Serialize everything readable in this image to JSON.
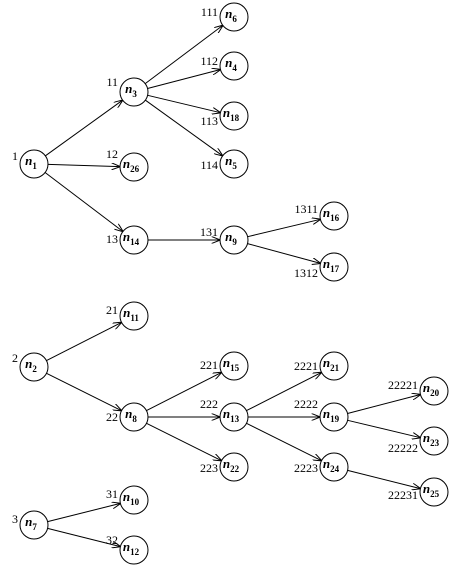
{
  "nodes": [
    {
      "id": "n1",
      "letter": "n",
      "sub": "1",
      "code": "1"
    },
    {
      "id": "n3",
      "letter": "n",
      "sub": "3",
      "code": "11"
    },
    {
      "id": "n6",
      "letter": "n",
      "sub": "6",
      "code": "111"
    },
    {
      "id": "n4",
      "letter": "n",
      "sub": "4",
      "code": "112"
    },
    {
      "id": "n18",
      "letter": "n",
      "sub": "18",
      "code": "113"
    },
    {
      "id": "n5",
      "letter": "n",
      "sub": "5",
      "code": "114"
    },
    {
      "id": "n26",
      "letter": "n",
      "sub": "26",
      "code": "12"
    },
    {
      "id": "n14",
      "letter": "n",
      "sub": "14",
      "code": "13"
    },
    {
      "id": "n9",
      "letter": "n",
      "sub": "9",
      "code": "131"
    },
    {
      "id": "n16",
      "letter": "n",
      "sub": "16",
      "code": "1311"
    },
    {
      "id": "n17",
      "letter": "n",
      "sub": "17",
      "code": "1312"
    },
    {
      "id": "n2",
      "letter": "n",
      "sub": "2",
      "code": "2"
    },
    {
      "id": "n11",
      "letter": "n",
      "sub": "11",
      "code": "21"
    },
    {
      "id": "n8",
      "letter": "n",
      "sub": "8",
      "code": "22"
    },
    {
      "id": "n15",
      "letter": "n",
      "sub": "15",
      "code": "221"
    },
    {
      "id": "n13",
      "letter": "n",
      "sub": "13",
      "code": "222"
    },
    {
      "id": "n22",
      "letter": "n",
      "sub": "22",
      "code": "223"
    },
    {
      "id": "n21",
      "letter": "n",
      "sub": "21",
      "code": "2221"
    },
    {
      "id": "n19",
      "letter": "n",
      "sub": "19",
      "code": "2222"
    },
    {
      "id": "n24",
      "letter": "n",
      "sub": "24",
      "code": "2223"
    },
    {
      "id": "n20",
      "letter": "n",
      "sub": "20",
      "code": "22221"
    },
    {
      "id": "n23",
      "letter": "n",
      "sub": "23",
      "code": "22222"
    },
    {
      "id": "n25",
      "letter": "n",
      "sub": "25",
      "code": "22231"
    },
    {
      "id": "n7",
      "letter": "n",
      "sub": "7",
      "code": "3"
    },
    {
      "id": "n10",
      "letter": "n",
      "sub": "10",
      "code": "31"
    },
    {
      "id": "n12",
      "letter": "n",
      "sub": "12",
      "code": "32"
    }
  ],
  "edges": [
    {
      "from": "n1",
      "to": "n3"
    },
    {
      "from": "n1",
      "to": "n26"
    },
    {
      "from": "n1",
      "to": "n14"
    },
    {
      "from": "n3",
      "to": "n6"
    },
    {
      "from": "n3",
      "to": "n4"
    },
    {
      "from": "n3",
      "to": "n18"
    },
    {
      "from": "n3",
      "to": "n5"
    },
    {
      "from": "n14",
      "to": "n9"
    },
    {
      "from": "n9",
      "to": "n16"
    },
    {
      "from": "n9",
      "to": "n17"
    },
    {
      "from": "n2",
      "to": "n11"
    },
    {
      "from": "n2",
      "to": "n8"
    },
    {
      "from": "n8",
      "to": "n15"
    },
    {
      "from": "n8",
      "to": "n13"
    },
    {
      "from": "n8",
      "to": "n22"
    },
    {
      "from": "n13",
      "to": "n21"
    },
    {
      "from": "n13",
      "to": "n19"
    },
    {
      "from": "n13",
      "to": "n24"
    },
    {
      "from": "n19",
      "to": "n20"
    },
    {
      "from": "n19",
      "to": "n23"
    },
    {
      "from": "n24",
      "to": "n25"
    },
    {
      "from": "n7",
      "to": "n10"
    },
    {
      "from": "n7",
      "to": "n12"
    }
  ],
  "colors": {
    "stroke": "#000000",
    "fill": "#ffffff",
    "background": "#ffffff"
  }
}
